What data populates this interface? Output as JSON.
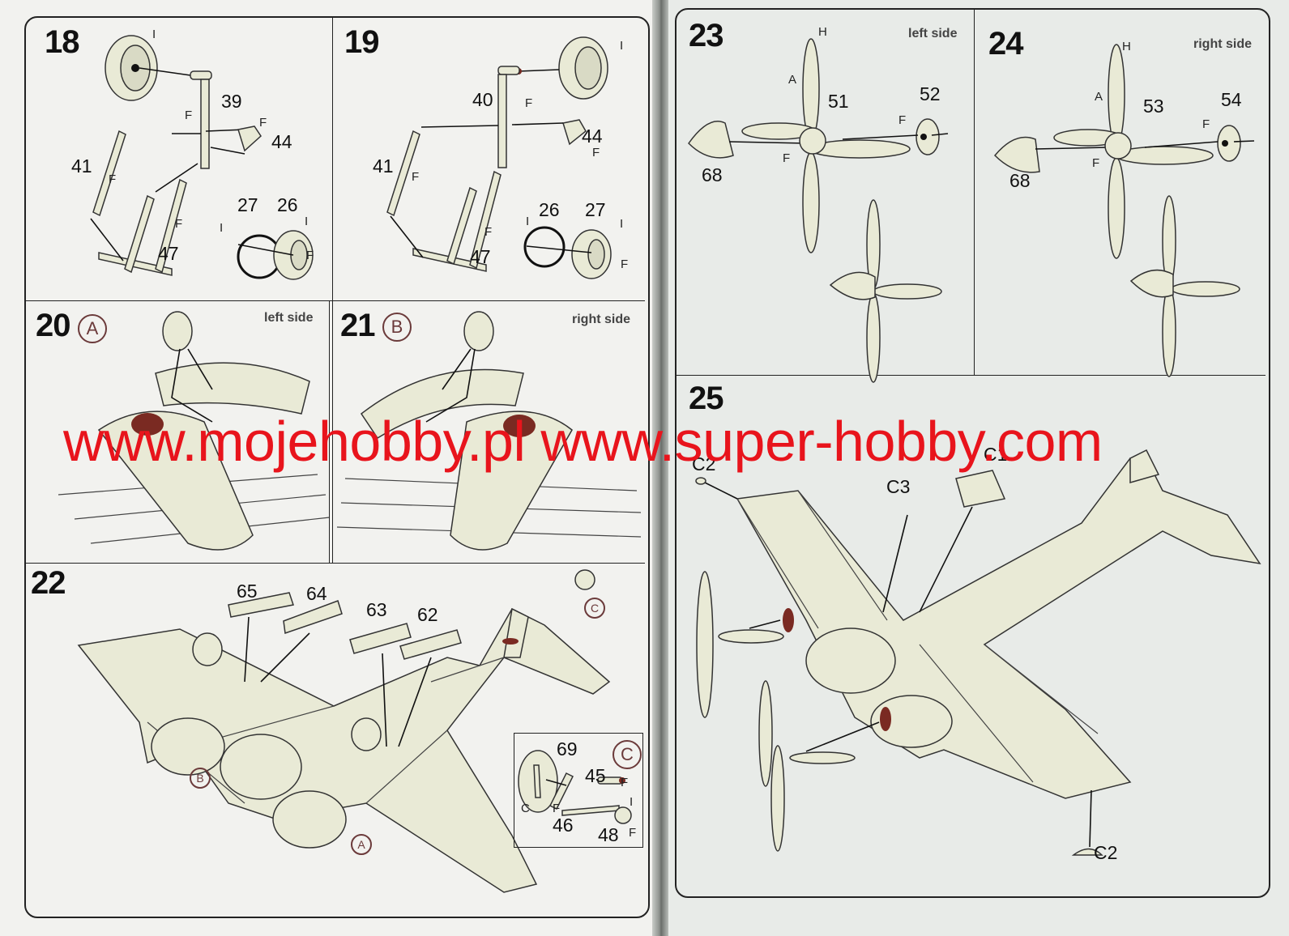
{
  "steps": {
    "s18": {
      "number": "18",
      "parts": [
        "39",
        "44",
        "41",
        "27",
        "26",
        "47"
      ],
      "letters": [
        "I",
        "F",
        "F",
        "F",
        "I",
        "I",
        "F",
        "F"
      ]
    },
    "s19": {
      "number": "19",
      "parts": [
        "40",
        "44",
        "41",
        "26",
        "27",
        "47"
      ],
      "letters": [
        "I",
        "F",
        "F",
        "F",
        "I",
        "I",
        "F",
        "F"
      ]
    },
    "s20": {
      "number": "20",
      "badge": "A",
      "side": "left side"
    },
    "s21": {
      "number": "21",
      "badge": "B",
      "side": "right side"
    },
    "s22": {
      "number": "22",
      "parts": [
        "65",
        "64",
        "63",
        "62"
      ],
      "markers": [
        "C",
        "B",
        "A"
      ],
      "detail": {
        "badge": "C",
        "parts": [
          "69",
          "45",
          "46",
          "48"
        ],
        "letters": [
          "C",
          "F",
          "F",
          "I",
          "F"
        ]
      }
    },
    "s23": {
      "number": "23",
      "side": "left side",
      "parts": [
        "51",
        "52",
        "68"
      ],
      "letters": [
        "H",
        "A",
        "F",
        "F"
      ]
    },
    "s24": {
      "number": "24",
      "side": "right side",
      "parts": [
        "53",
        "54",
        "68"
      ],
      "letters": [
        "H",
        "A",
        "F",
        "F"
      ]
    },
    "s25": {
      "number": "25",
      "parts": [
        "C2",
        "C3",
        "C1",
        "C2"
      ]
    }
  },
  "watermark": "www.mojehobby.pl www.super-hobby.com",
  "colors": {
    "watermark": "#e8141c",
    "part_fill": "#e9ead6",
    "badge": "#6b3a3a",
    "engine_red": "#7a2a22"
  }
}
